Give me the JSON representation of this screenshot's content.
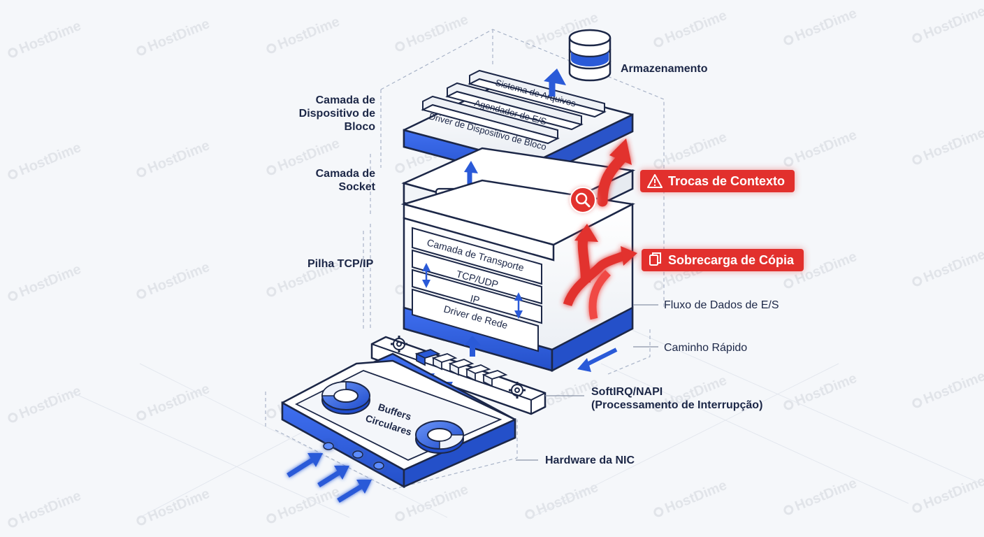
{
  "watermark": "HostDime",
  "colors": {
    "blue": "#2a5ad8",
    "red": "#e2302d",
    "outline": "#1c2747",
    "face": "#ffffff"
  },
  "labels": {
    "storage": "Armazenamento",
    "block_layer": [
      "Camada de",
      "Dispositivo de",
      "Bloco"
    ],
    "socket_layer": [
      "Camada de",
      "Socket"
    ],
    "tcpip": "Pilha TCP/IP",
    "io_flow": "Fluxo de Dados de E/S",
    "fast_path": "Caminho Rápido",
    "softirq": [
      "SoftIRQ/NAPI",
      "(Processamento de Interrupção)"
    ],
    "nic": "Hardware da NIC"
  },
  "block_slots": [
    "Sistema de Arquivos",
    "Agendador de E/S",
    "Driver de Dispositivo de Bloco"
  ],
  "tcpip_slots": [
    "Camada de Transporte",
    "TCP/UDP",
    "IP",
    "Driver de Rede"
  ],
  "buffers_label": [
    "Buffers",
    "Circulares"
  ],
  "badges": {
    "context_switch": "Trocas de Contexto",
    "copy_overhead": "Sobrecarga de Cópia"
  },
  "icons": {
    "storage": "database-icon",
    "context_switch": "warning-icon",
    "copy_overhead": "copy-icon",
    "search": "search-icon",
    "gear": "gear-icon"
  }
}
